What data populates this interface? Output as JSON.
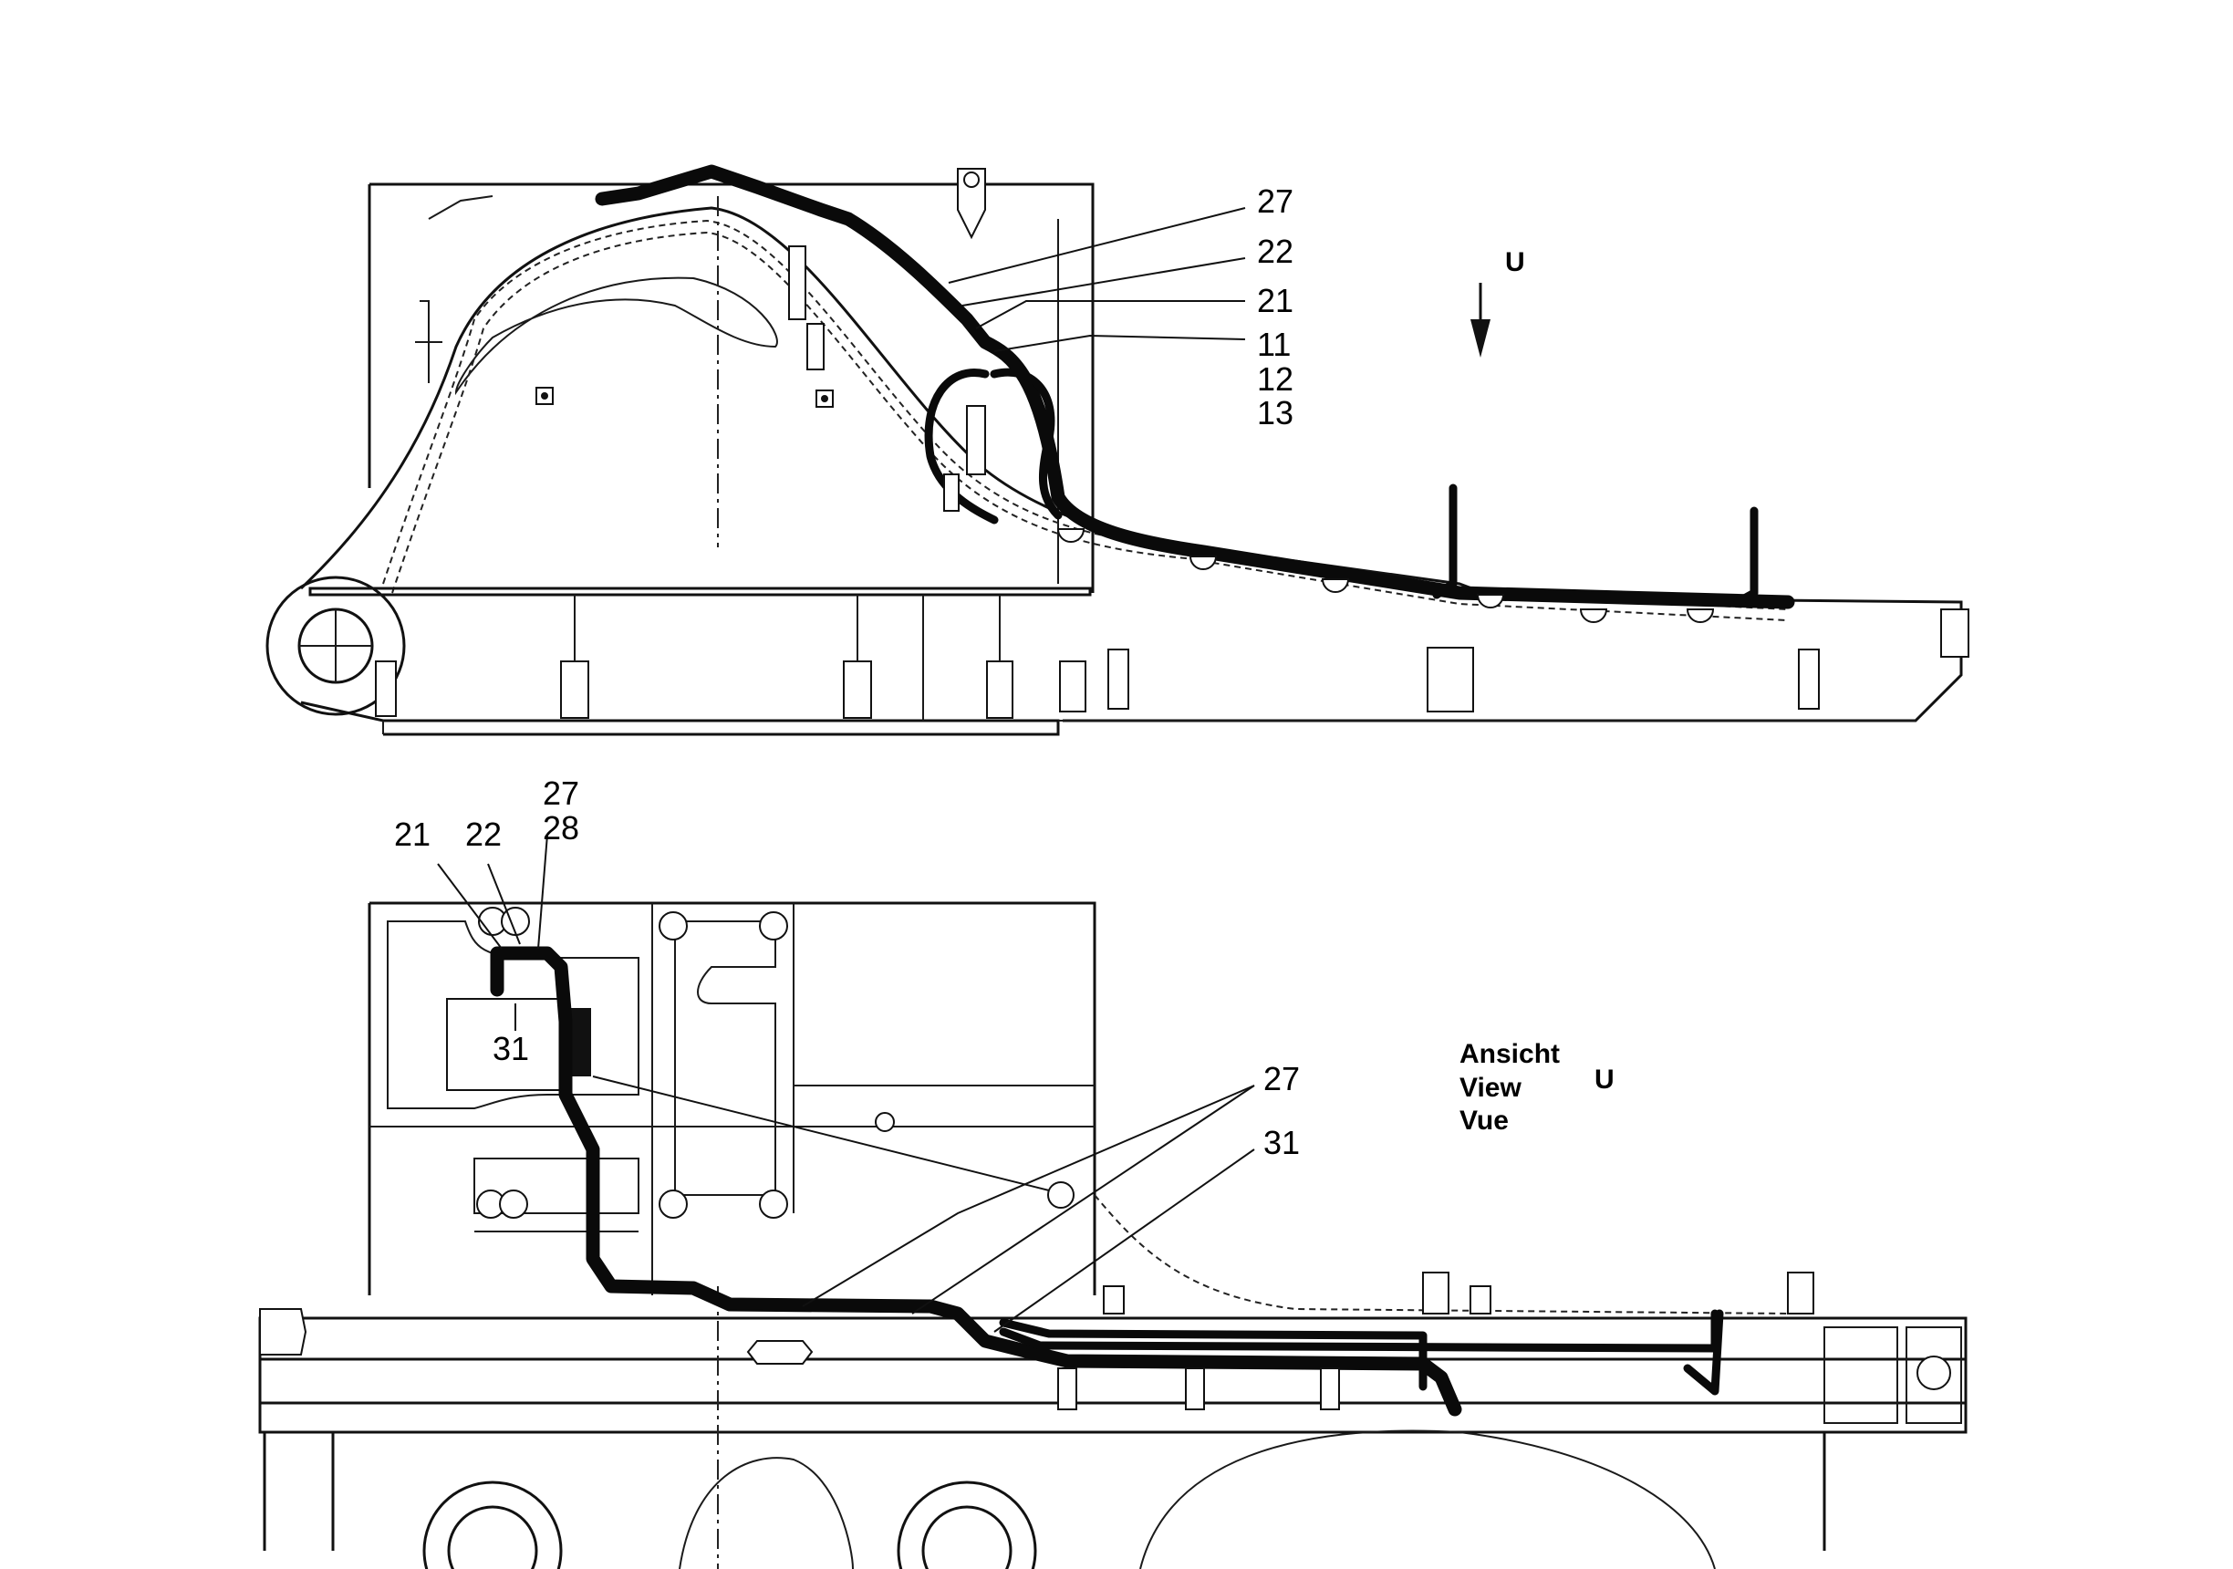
{
  "top_view": {
    "callouts": [
      {
        "text": "27"
      },
      {
        "text": "22"
      },
      {
        "text": "21"
      },
      {
        "text": "11"
      },
      {
        "text": "12"
      },
      {
        "text": "13"
      }
    ],
    "view_marker": "U"
  },
  "bottom_view": {
    "callouts_top": [
      {
        "text": "27"
      },
      {
        "text": "28"
      },
      {
        "text": "21"
      },
      {
        "text": "22"
      },
      {
        "text": "31"
      }
    ],
    "callouts_right": [
      {
        "text": "27"
      },
      {
        "text": "31"
      }
    ],
    "view_caption": {
      "line1": "Ansicht",
      "line2": "View",
      "line3": "Vue",
      "marker": "U"
    }
  }
}
